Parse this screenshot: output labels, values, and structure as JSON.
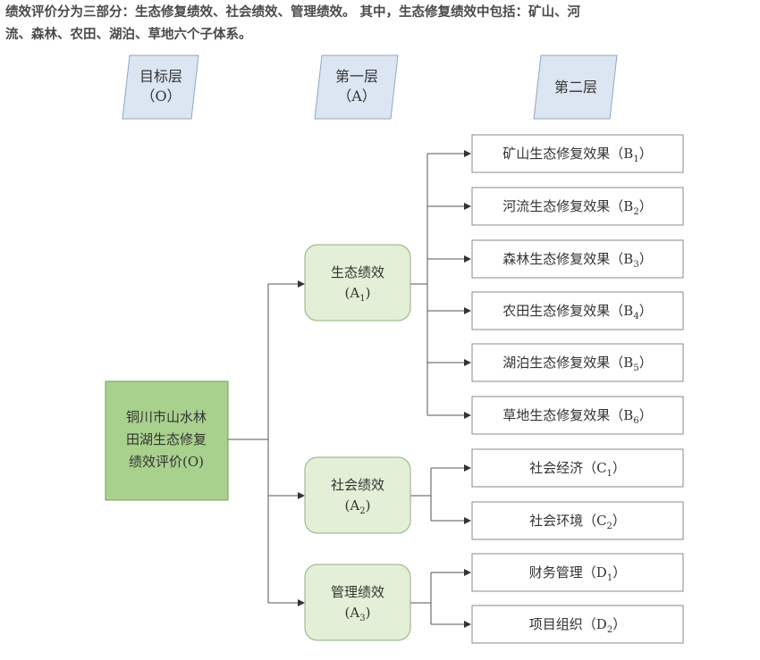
{
  "intro": {
    "line1": "绩效评价分为三部分：生态修复绩效、社会绩效、管理绩效。 其中，生态修复绩效中包括：矿山、河",
    "line2": "流、森林、农田、湖泊、草地六个子体系。"
  },
  "layers": [
    {
      "title": "目标层",
      "sub": "（O）"
    },
    {
      "title": "第一层",
      "sub": "（A）"
    },
    {
      "title": "第二层",
      "sub": ""
    }
  ],
  "root": {
    "line1": "铜川市山水林",
    "line2": "田湖生态修复",
    "line3": "绩效评价(O)"
  },
  "groups": [
    {
      "name": "生态绩效",
      "code": "(A",
      "sub": "1",
      "close": ")",
      "leaves": [
        {
          "label": "矿山生态修复效果（B",
          "sub": "1",
          "close": "）"
        },
        {
          "label": "河流生态修复效果（B",
          "sub": "2",
          "close": "）"
        },
        {
          "label": "森林生态修复效果（B",
          "sub": "3",
          "close": "）"
        },
        {
          "label": "农田生态修复效果（B",
          "sub": "4",
          "close": "）"
        },
        {
          "label": "湖泊生态修复效果（B",
          "sub": "5",
          "close": "）"
        },
        {
          "label": "草地生态修复效果（B",
          "sub": "6",
          "close": "）"
        }
      ]
    },
    {
      "name": "社会绩效",
      "code": "(A",
      "sub": "2",
      "close": ")",
      "leaves": [
        {
          "label": "社会经济（C",
          "sub": "1",
          "close": "）"
        },
        {
          "label": "社会环境（C",
          "sub": "2",
          "close": "）"
        }
      ]
    },
    {
      "name": "管理绩效",
      "code": "(A",
      "sub": "3",
      "close": ")",
      "leaves": [
        {
          "label": "财务管理（D",
          "sub": "1",
          "close": "）"
        },
        {
          "label": "项目组织（D",
          "sub": "2",
          "close": "）"
        }
      ]
    }
  ],
  "colors": {
    "layer_fill": "#dce6f2",
    "layer_stroke": "#8ea6c4",
    "group_fill": "#e3efd6",
    "group_stroke": "#8fb17a",
    "root_fill": "#a9d18e",
    "root_stroke": "#70a04c",
    "leaf_stroke": "#8a8a8a",
    "line": "#555555"
  }
}
